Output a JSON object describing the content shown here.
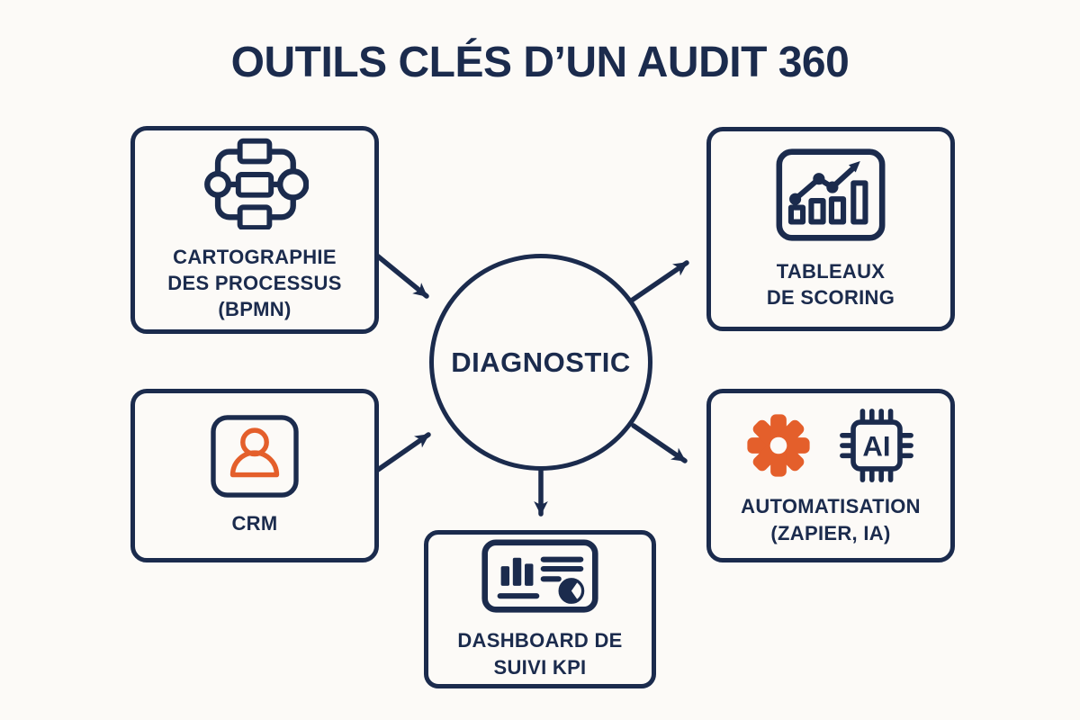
{
  "colors": {
    "background": "#fcfaf7",
    "navy": "#1b2b4d",
    "orange": "#e45f2b"
  },
  "title": "OUTILS CLÉS D’UN AUDIT 360",
  "diagram": {
    "center": {
      "label": "DIAGNOSTIC"
    },
    "nodes": [
      {
        "id": "cartographie-processus",
        "label": "CARTOGRAPHIE\nDES PROCESSUS\n(BPMN)",
        "icon": "bpmn-process-map-icon"
      },
      {
        "id": "tableaux-scoring",
        "label": "TABLEAUX\nDE SCORING",
        "icon": "scoring-chart-icon"
      },
      {
        "id": "crm",
        "label": "CRM",
        "icon": "crm-user-icon"
      },
      {
        "id": "automatisation",
        "label": "AUTOMATISATION\n(ZAPIER, IA)",
        "icons": [
          "zapier-asterisk-icon",
          "ai-chip-icon"
        ],
        "chip_label": "AI"
      },
      {
        "id": "dashboard-kpi",
        "label": "DASHBOARD DE\nSUIVI KPI",
        "icon": "kpi-dashboard-icon"
      }
    ],
    "connections": [
      {
        "from": "cartographie-processus",
        "to": "diagnostic"
      },
      {
        "from": "crm",
        "to": "diagnostic"
      },
      {
        "from": "diagnostic",
        "to": "tableaux-scoring"
      },
      {
        "from": "diagnostic",
        "to": "automatisation"
      },
      {
        "from": "diagnostic",
        "to": "dashboard-kpi"
      }
    ]
  }
}
